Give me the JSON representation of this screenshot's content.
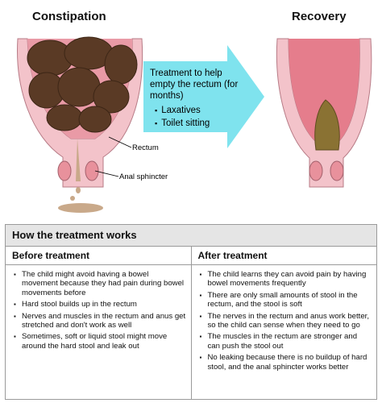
{
  "diagram": {
    "title_left": "Constipation",
    "title_right": "Recovery",
    "arrow_text": "Treatment to help empty the rectum (for months)",
    "arrow_items": [
      "Laxatives",
      "Toilet sitting"
    ],
    "label_rectum": "Rectum",
    "label_sphincter": "Anal sphincter",
    "colors": {
      "arrow": "#7fe3ee",
      "rectum_wall": "#f3b7c0",
      "rectum_inner": "#e57d8c",
      "stool": "#5a3a25",
      "sphincter": "#e8919c"
    }
  },
  "table": {
    "heading": "How the treatment works",
    "before": {
      "heading": "Before treatment",
      "items": [
        "The child might avoid having a bowel movement because they had pain during bowel movements before",
        "Hard stool builds up in the rectum",
        "Nerves and muscles in the rectum and anus get stretched and don't work as well",
        "Sometimes, soft or liquid stool might move around the hard stool and leak out"
      ]
    },
    "after": {
      "heading": "After treatment",
      "items": [
        "The child learns they can avoid pain by having bowel movements frequently",
        "There are only small amounts of stool in the rectum, and the stool is soft",
        "The nerves in the rectum and anus work better, so the child can sense when they need to go",
        "The muscles in the rectum are stronger and can push the stool out",
        "No leaking because there is no buildup of hard stool, and the anal sphincter works better"
      ]
    }
  }
}
